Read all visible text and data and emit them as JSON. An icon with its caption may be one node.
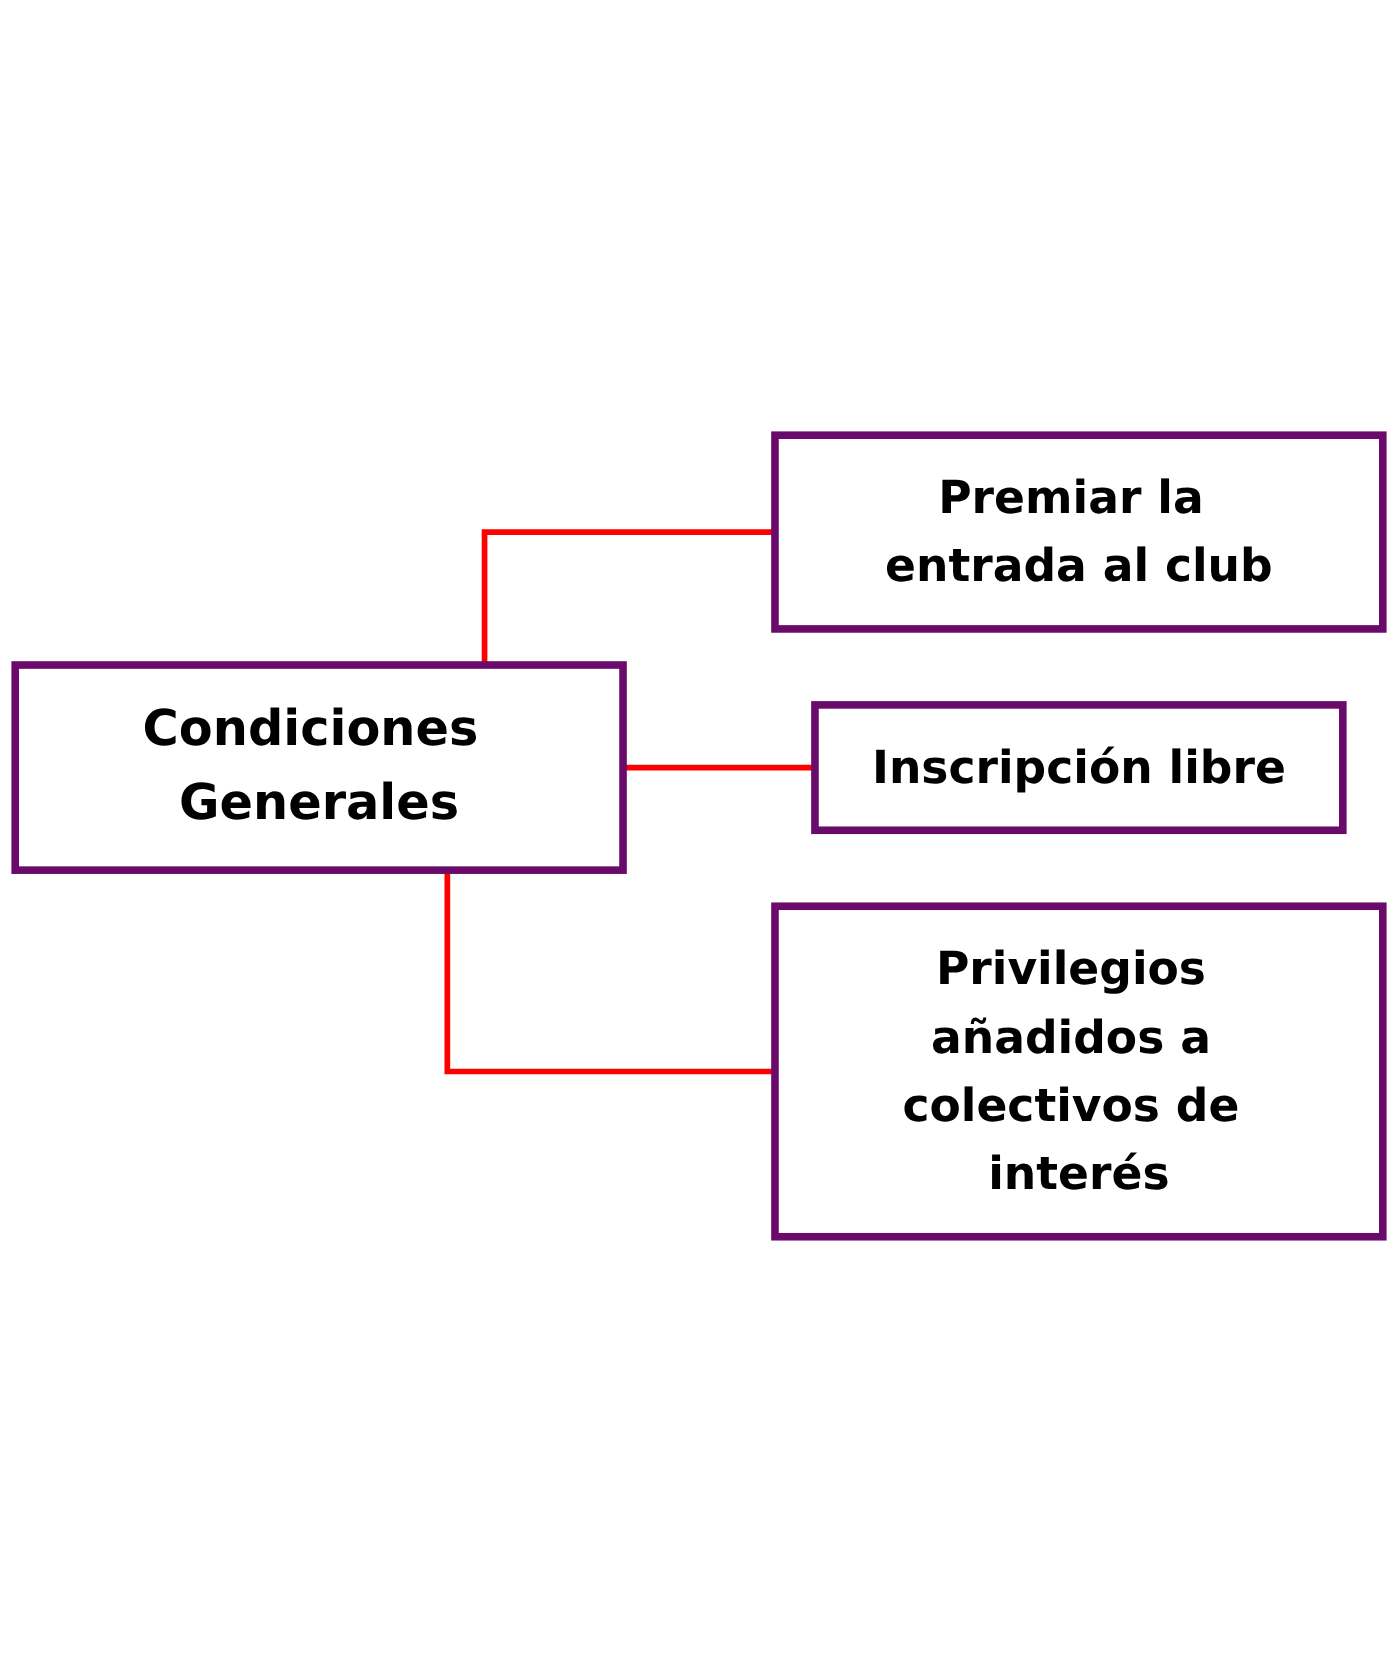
{
  "diagram": {
    "nodes": [
      {
        "text": [
          "Condiciones Generales"
        ]
      },
      {
        "text": [
          "Premiar la entrada al club"
        ]
      },
      {
        "text": [
          "Inscripción libre"
        ]
      },
      {
        "text": [
          "Privilegios añadidos a colectivos de interés"
        ]
      }
    ],
    "edges": [
      {
        "from": 0,
        "to": 1,
        "arrow": "none",
        "color": "#ff0000"
      },
      {
        "from": 0,
        "to": 2,
        "arrow": "none",
        "color": "#ff0000"
      },
      {
        "from": 0,
        "to": 3,
        "arrow": "none",
        "color": "#ff0000"
      }
    ]
  }
}
